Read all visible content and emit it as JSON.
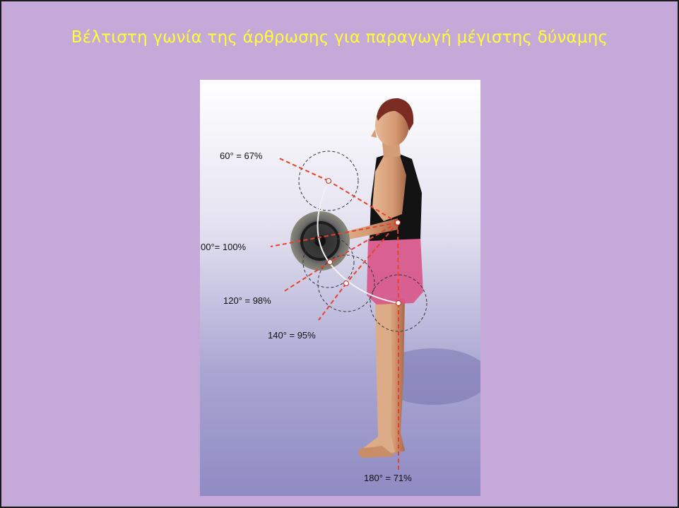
{
  "slide": {
    "title": "Βέλτιστη γωνία της άρθρωσης για παραγωγή μέγιστης δύναμης"
  },
  "figure": {
    "labels": [
      {
        "id": "angle-60",
        "text": "60° = 67%"
      },
      {
        "id": "angle-100",
        "text": "00°= 100%"
      },
      {
        "id": "angle-120",
        "text": "120° = 98%"
      },
      {
        "id": "angle-140",
        "text": "140° = 95%"
      },
      {
        "id": "angle-180",
        "text": "180° = 71%"
      }
    ]
  },
  "colors": {
    "slide_background": "#c4a9d9",
    "title_text": "#ffff33",
    "guide_line": "#e8402a",
    "shorts": "#d8578a",
    "skin": "#d9a37e"
  }
}
